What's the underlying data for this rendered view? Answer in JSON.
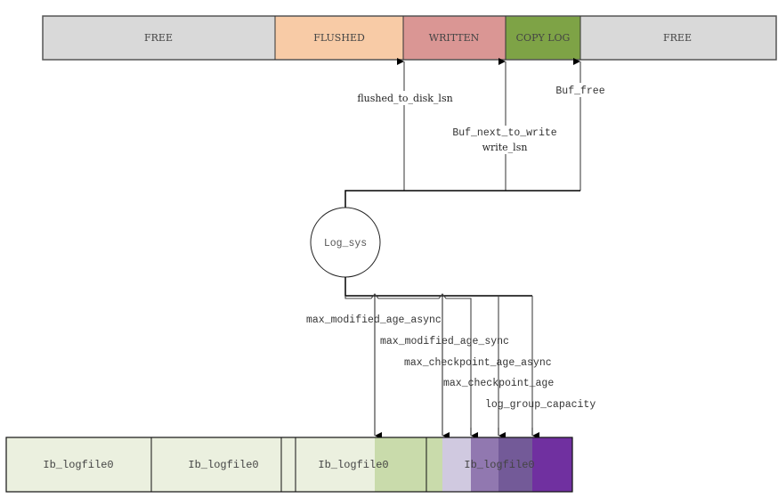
{
  "log_buffer": {
    "segments": [
      {
        "label": "FREE",
        "color": "#d9d9d9"
      },
      {
        "label": "FLUSHED",
        "color": "#f8cba6"
      },
      {
        "label": "WRITTEN",
        "color": "#da9694"
      },
      {
        "label": "COPY LOG",
        "color": "#7ea346"
      },
      {
        "label": "FREE",
        "color": "#d9d9d9"
      }
    ]
  },
  "buffer_pointers": [
    {
      "label": "flushed_to_disk_lsn",
      "points_to": "FLUSHED/WRITTEN boundary"
    },
    {
      "label": "Buf_next_to_write",
      "sublabel": "write_lsn",
      "points_to": "WRITTEN/COPY LOG boundary"
    },
    {
      "label": "Buf_free",
      "points_to": "COPY LOG/FREE boundary"
    }
  ],
  "central_node": {
    "label": "Log_sys"
  },
  "file_pointers": [
    {
      "label": "max_modified_age_async"
    },
    {
      "label": "max_modified_age_sync"
    },
    {
      "label": "max_checkpoint_age_async"
    },
    {
      "label": "max_checkpoint_age"
    },
    {
      "label": "log_group_capacity"
    }
  ],
  "log_files": [
    {
      "label": "Ib_logfile0"
    },
    {
      "label": "Ib_logfile0"
    },
    {
      "label": ""
    },
    {
      "label": "Ib_logfile0"
    },
    {
      "label": "Ib_logfile0"
    }
  ],
  "file_fill_colors": {
    "base": "#ebf0df",
    "light_green": "#c9dbab",
    "lavender": "#d0c9e0",
    "mid_purple": "#9178b0",
    "dark_purple": "#735a98",
    "deep_purple": "#7030a0"
  }
}
